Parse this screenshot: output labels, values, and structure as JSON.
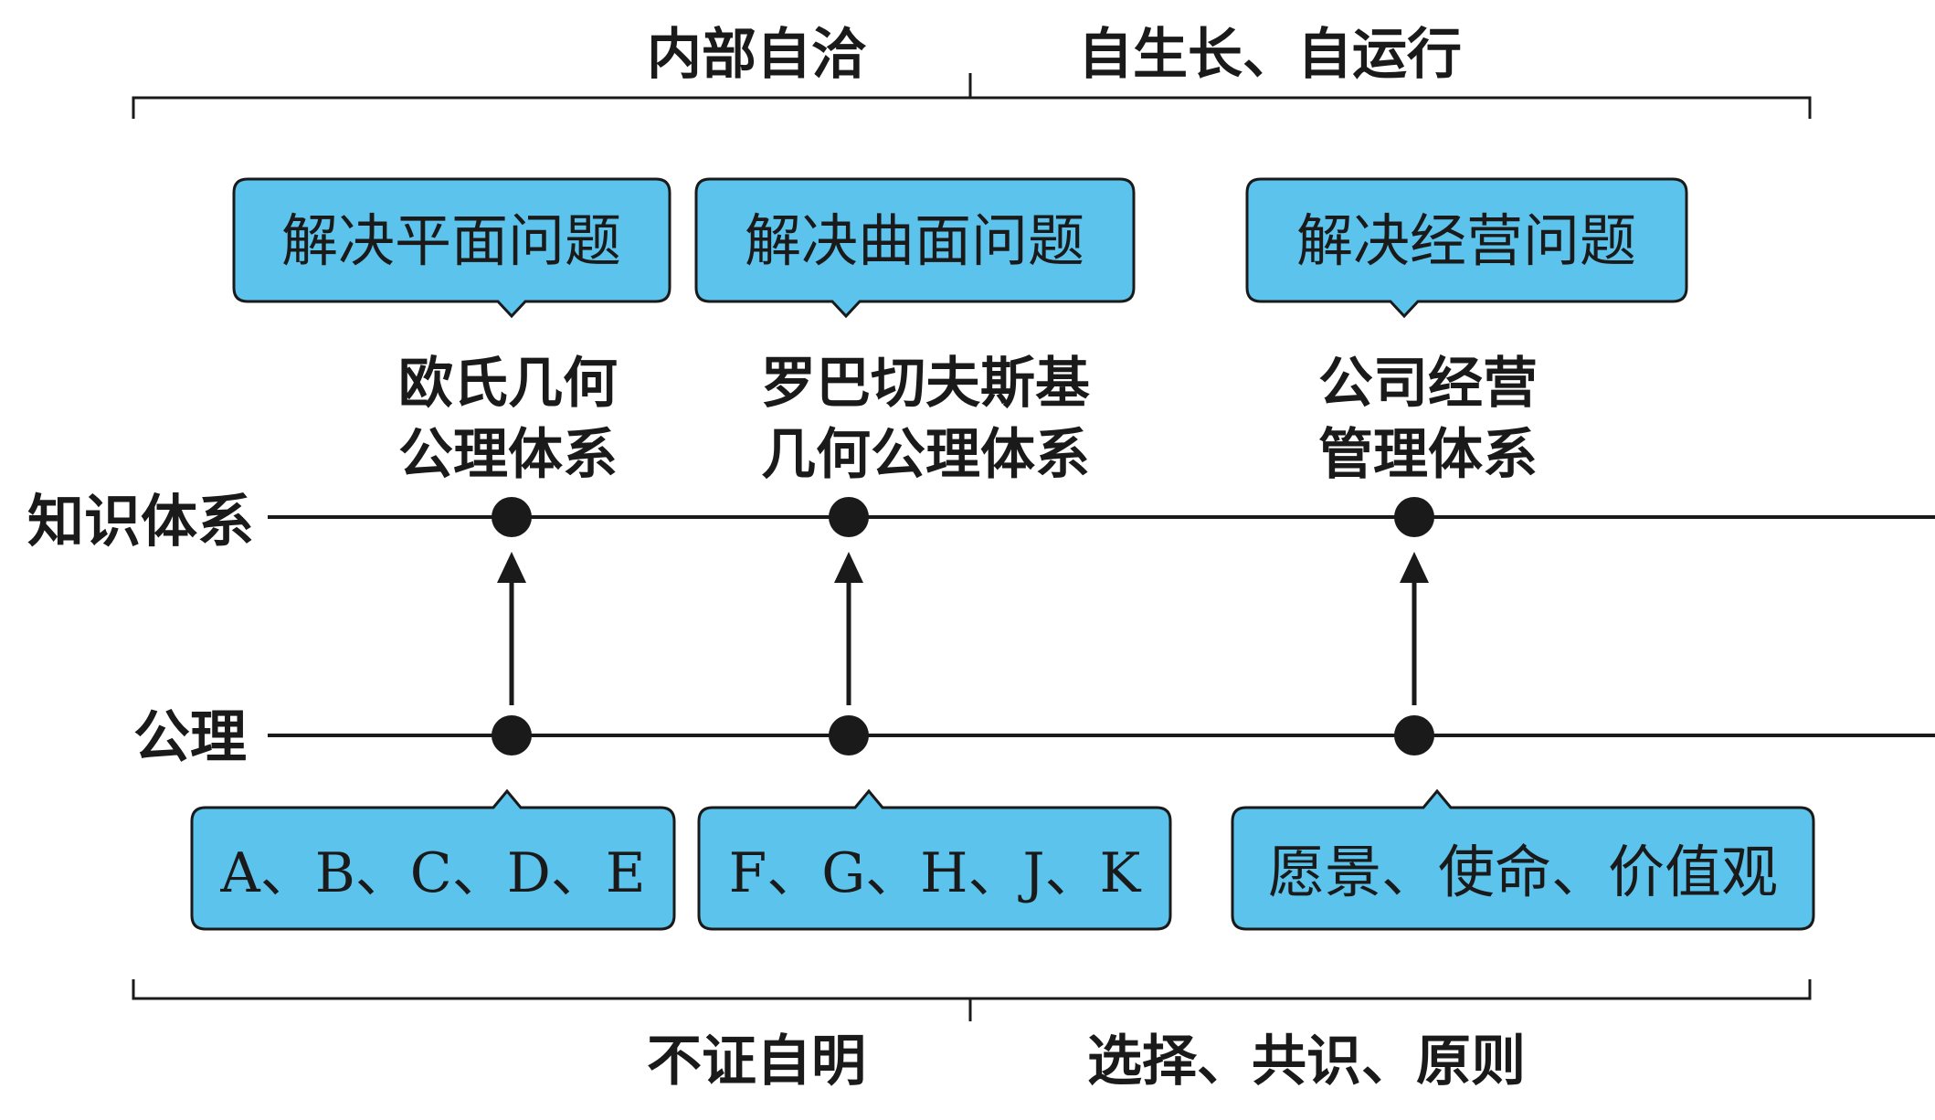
{
  "top": {
    "left_label": "内部自洽",
    "right_label": "自生长、自运行"
  },
  "bottom": {
    "left_label": "不证自明",
    "right_label": "选择、共识、原则"
  },
  "rows": {
    "knowledge": "知识体系",
    "axiom": "公理"
  },
  "columns": [
    {
      "problem": "解决平面问题",
      "system_line1": "欧氏几何",
      "system_line2": "公理体系",
      "axioms": "A、B、C、D、E"
    },
    {
      "problem": "解决曲面问题",
      "system_line1": "罗巴切夫斯基",
      "system_line2": "几何公理体系",
      "axioms": "F、G、H、J、K"
    },
    {
      "problem": "解决经营问题",
      "system_line1": "公司经营",
      "system_line2": "管理体系",
      "axioms": "愿景、使命、价值观"
    }
  ],
  "colors": {
    "box_fill": "#5bc3ec",
    "stroke": "#1a1a1a"
  }
}
